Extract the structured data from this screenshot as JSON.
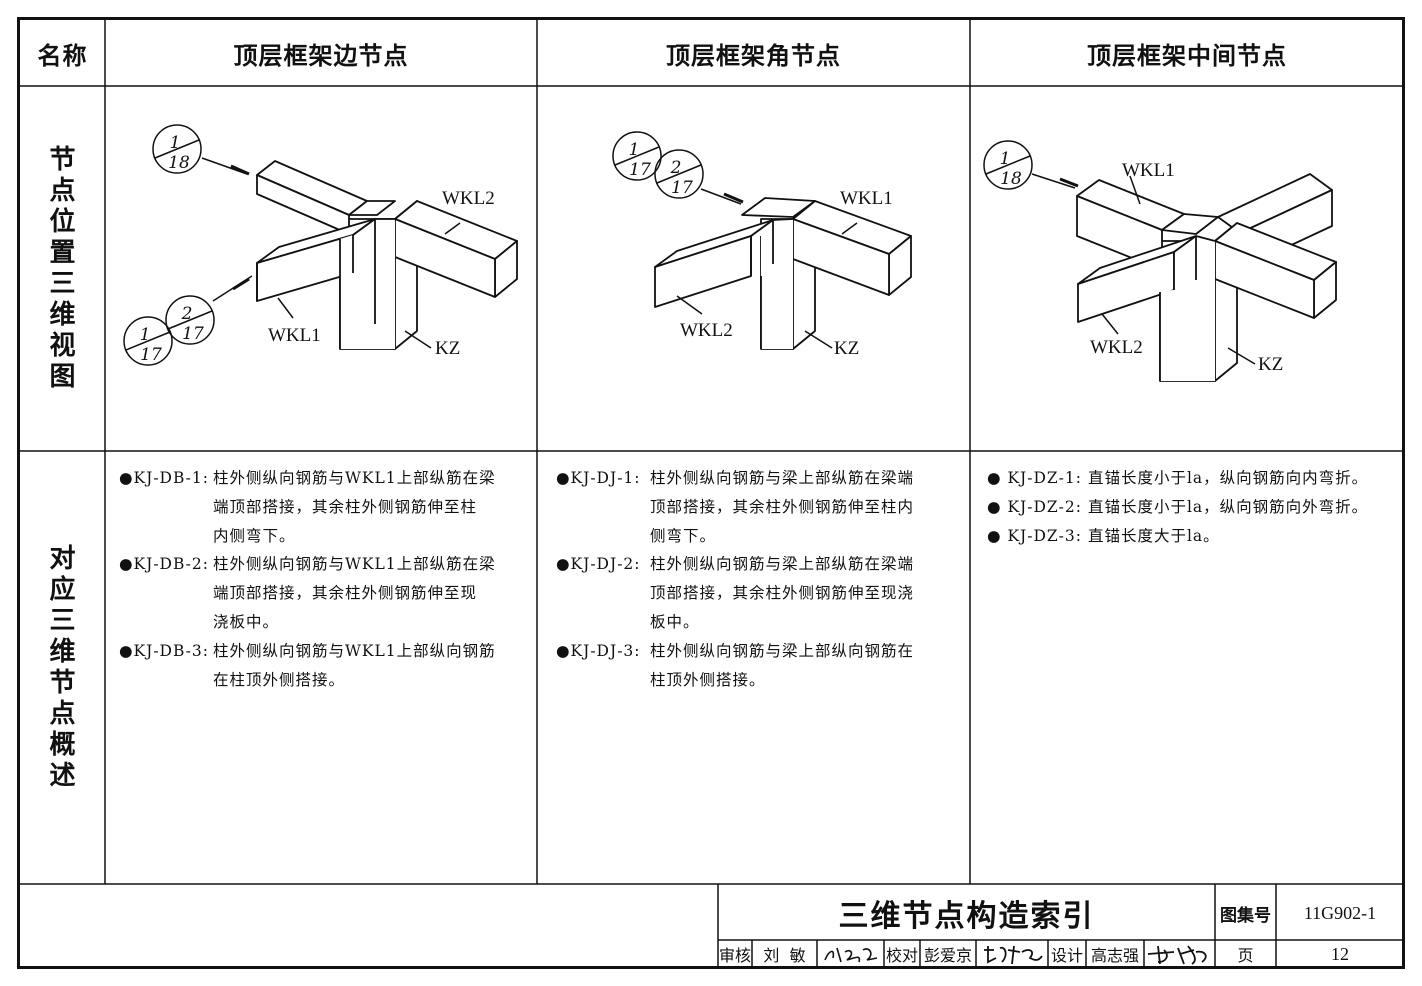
{
  "header": {
    "name": "名称",
    "col1": "顶层框架边节点",
    "col2": "顶层框架角节点",
    "col3": "顶层框架中间节点"
  },
  "row_labels": {
    "view": [
      "节",
      "点",
      "位",
      "置",
      "三",
      "维",
      "视",
      "图"
    ],
    "desc": [
      "对",
      "应",
      "三",
      "维",
      "节",
      "点",
      "概",
      "述"
    ]
  },
  "drawings": {
    "edge": {
      "ref1": {
        "top": "1",
        "bottom": "18"
      },
      "ref2": {
        "top": "1",
        "bottom": "17"
      },
      "ref3": {
        "top": "2",
        "bottom": "17"
      },
      "label_beam_a": "WKL2",
      "label_beam_b": "WKL1",
      "label_col": "KZ"
    },
    "corner": {
      "ref1": {
        "top": "1",
        "bottom": "17"
      },
      "ref2": {
        "top": "2",
        "bottom": "17"
      },
      "label_beam_a": "WKL1",
      "label_beam_b": "WKL2",
      "label_col": "KZ"
    },
    "middle": {
      "ref1": {
        "top": "1",
        "bottom": "18"
      },
      "label_beam_a": "WKL1",
      "label_beam_b": "WKL2",
      "label_col": "KZ"
    }
  },
  "descriptions": {
    "edge": [
      {
        "code": "●KJ-DB-1:",
        "lines": [
          "柱外侧纵向钢筋与WKL1上部纵筋在梁",
          "端顶部搭接，其余柱外侧钢筋伸至柱",
          "内侧弯下。"
        ]
      },
      {
        "code": "●KJ-DB-2:",
        "lines": [
          "柱外侧纵向钢筋与WKL1上部纵筋在梁",
          "端顶部搭接，其余柱外侧钢筋伸至现",
          "浇板中。"
        ]
      },
      {
        "code": "●KJ-DB-3:",
        "lines": [
          "柱外侧纵向钢筋与WKL1上部纵向钢筋",
          "在柱顶外侧搭接。"
        ]
      }
    ],
    "corner": [
      {
        "code": "●KJ-DJ-1:",
        "lines": [
          "柱外侧纵向钢筋与梁上部纵筋在梁端",
          "顶部搭接，其余柱外侧钢筋伸至柱内",
          "侧弯下。"
        ]
      },
      {
        "code": "●KJ-DJ-2:",
        "lines": [
          "柱外侧纵向钢筋与梁上部纵筋在梁端",
          "顶部搭接，其余柱外侧钢筋伸至现浇",
          "板中。"
        ]
      },
      {
        "code": "●KJ-DJ-3:",
        "lines": [
          "柱外侧纵向钢筋与梁上部纵向钢筋在",
          "柱顶外侧搭接。"
        ]
      }
    ],
    "middle": [
      {
        "code": "●  KJ-DZ-1:",
        "lines": [
          "直锚长度小于la，纵向钢筋向内弯折。"
        ]
      },
      {
        "code": "●  KJ-DZ-2:",
        "lines": [
          "直锚长度小于la，纵向钢筋向外弯折。"
        ]
      },
      {
        "code": "●  KJ-DZ-3:",
        "lines": [
          "直锚长度大于la。"
        ]
      }
    ]
  },
  "title_block": {
    "title": "三维节点构造索引",
    "atlas_label": "图集号",
    "atlas_no": "11G902-1",
    "review_label": "审核",
    "reviewer": "刘  敏",
    "check_label": "校对",
    "checker": "彭爱京",
    "design_label": "设计",
    "designer": "高志强",
    "page_label": "页",
    "page_no": "12"
  }
}
